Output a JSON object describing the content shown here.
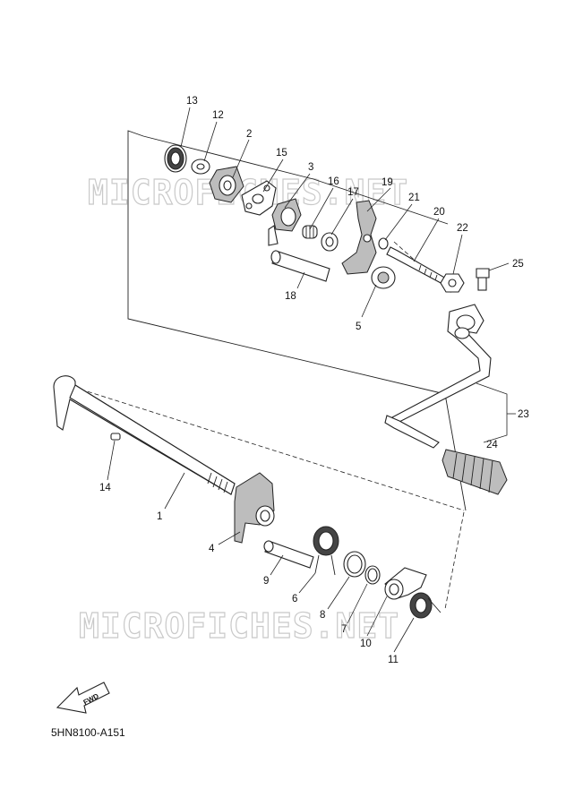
{
  "watermark": {
    "upper": "MICROFICHES.NET",
    "lower": "MICROFICHES.NET"
  },
  "diagram_code": "5HN8100-A151",
  "fwd_label": "FWD",
  "callouts": {
    "c1": "1",
    "c2": "2",
    "c3": "3",
    "c4": "4",
    "c5": "5",
    "c6": "6",
    "c7": "7",
    "c8": "8",
    "c9": "9",
    "c10": "10",
    "c11": "11",
    "c12": "12",
    "c13": "13",
    "c14": "14",
    "c15": "15",
    "c16": "16",
    "c17": "17",
    "c18": "18",
    "c19": "19",
    "c20": "20",
    "c21": "21",
    "c22": "22",
    "c23": "23",
    "c24": "24",
    "c25": "25"
  }
}
